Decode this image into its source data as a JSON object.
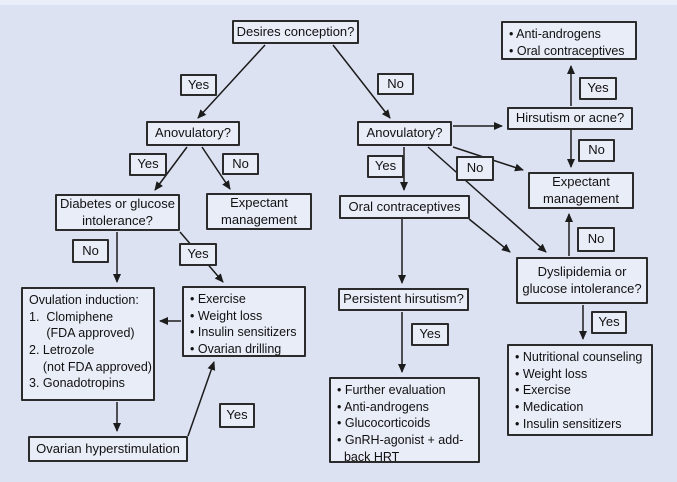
{
  "colors": {
    "background": "#dce2f2",
    "node_fill": "#e9edf8",
    "node_border": "#2b2b2b",
    "arrow": "#1c1c1c",
    "text": "#111111"
  },
  "labels": {
    "yes": "Yes",
    "no": "No"
  },
  "nodes": {
    "desires_conception": "Desires conception?",
    "anovulatory_left": "Anovulatory?",
    "anovulatory_right": "Anovulatory?",
    "diabetes_glucose": [
      "Diabetes or glucose",
      "intolerance?"
    ],
    "expectant_left": [
      "Expectant",
      "management"
    ],
    "ovulation_induction": [
      "Ovulation induction:",
      "1.  Clomiphene",
      "     (FDA approved)",
      "2. Letrozole",
      "    (not FDA approved)",
      "3. Gonadotropins"
    ],
    "lifestyle": [
      "• Exercise",
      "• Weight loss",
      "• Insulin sensitizers",
      "• Ovarian drilling"
    ],
    "ovarian_hyperstimulation": "Ovarian hyperstimulation",
    "oral_contraceptives": "Oral contraceptives",
    "hirsutism_acne": "Hirsutism or acne?",
    "anti_androgens_oc": [
      "• Anti-androgens",
      "• Oral contraceptives"
    ],
    "expectant_right": [
      "Expectant",
      "management"
    ],
    "dyslipidemia_glucose": [
      "Dyslipidemia or",
      "glucose intolerance?"
    ],
    "nutritional_plan": [
      "• Nutritional counseling",
      "• Weight loss",
      "• Exercise",
      "• Medication",
      "• Insulin sensitizers"
    ],
    "persistent_hirsutism": "Persistent hirsutism?",
    "further_evaluation": [
      "• Further evaluation",
      "• Anti-androgens",
      "• Glucocorticoids",
      "• GnRH-agonist + add-",
      "  back HRT"
    ]
  }
}
